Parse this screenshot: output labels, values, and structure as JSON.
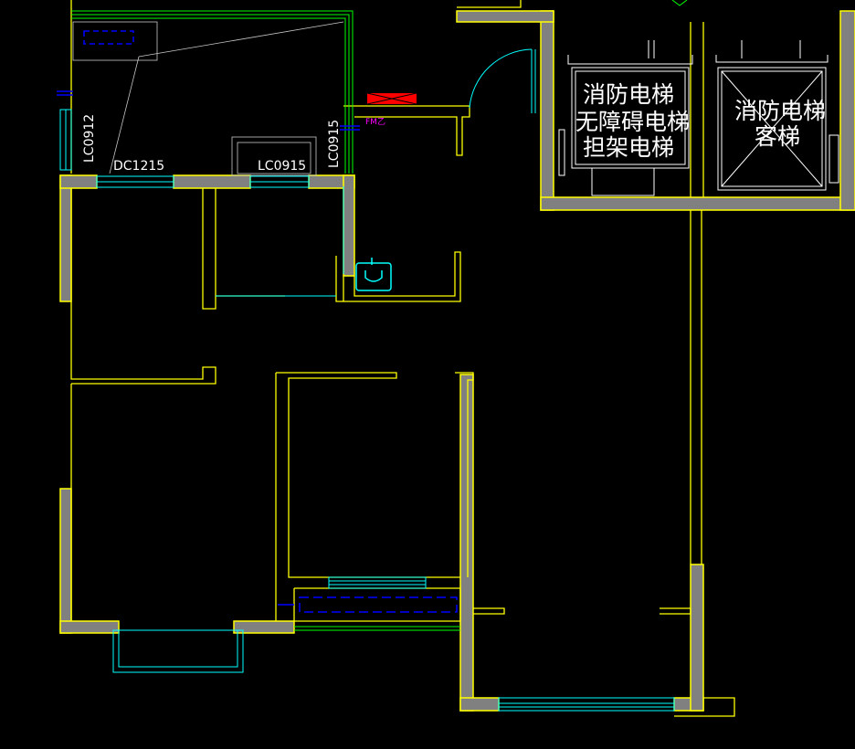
{
  "colors": {
    "background": "#000000",
    "wall_fill": "#808080",
    "wall_line": "#ffff00",
    "window": "#00ffff",
    "door": "#00ffff",
    "hvac": "#0000ff",
    "fire_door": "#ff0000",
    "annotation_magenta": "#ff00ff",
    "text_white": "#ffffff",
    "thin_line": "#c8c8c8",
    "green": "#00ff00"
  },
  "labels": {
    "window_lc0912": "LC0912",
    "door_dc1215": "DC1215",
    "window_lc0915_bottom": "LC0915",
    "window_lc0915_side": "LC0915",
    "fire_door_tag": "FM乙"
  },
  "elevators": {
    "left": {
      "line1": "消防电梯",
      "line2": "无障碍电梯",
      "line3": "担架电梯"
    },
    "right": {
      "line1": "消防电梯",
      "line2": "客梯"
    }
  },
  "icons": {
    "fire_door": "fire-door-symbol",
    "sink": "sink-icon",
    "ac_unit": "ac-unit-icon"
  }
}
